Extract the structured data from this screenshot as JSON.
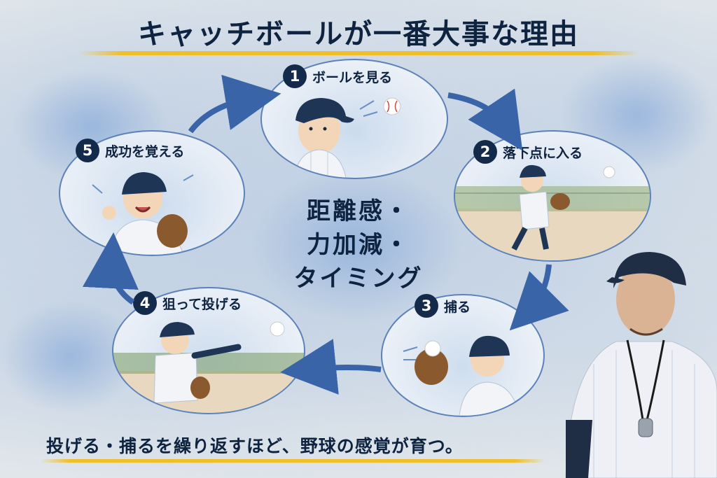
{
  "title": "キャッチボールが一番大事な理由",
  "steps": [
    {
      "number": "1",
      "label": "ボールを見る"
    },
    {
      "number": "2",
      "label": "落下点に入る"
    },
    {
      "number": "3",
      "label": "捕る"
    },
    {
      "number": "4",
      "label": "狙って投げる"
    },
    {
      "number": "5",
      "label": "成功を覚える"
    }
  ],
  "center": {
    "line1": "距離感・",
    "line2": "力加減・",
    "line3": "タイミング"
  },
  "footer": "投げる・捕るを繰り返すほど、野球の感覚が育つ。",
  "colors": {
    "navy": "#0e2340",
    "arrow_blue": "#3a64a8",
    "accent_yellow": "#f0be28",
    "card_border": "#5c82b8"
  }
}
